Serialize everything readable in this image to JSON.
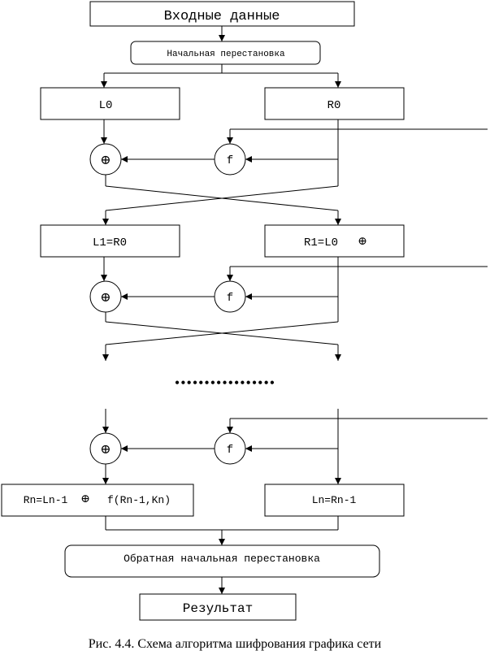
{
  "diagram": {
    "input_label": "Входные данные",
    "initial_permutation": "Начальная перестановка",
    "l0": "L0",
    "r0": "R0",
    "l1": "L1=R0",
    "r1": "R1=L0",
    "xor_symbol": "⊕",
    "f_label": "f",
    "ellipsis": "•••••••••••••••••",
    "rn": "Rn=Ln-1",
    "rn_suffix": "f(Rn-1,Kn)",
    "ln": "Ln=Rn-1",
    "final_permutation": "Обратная начальная перестановка",
    "result": "Результат"
  },
  "caption": "Рис. 4.4. Схема алгоритма шифрования графика сети"
}
